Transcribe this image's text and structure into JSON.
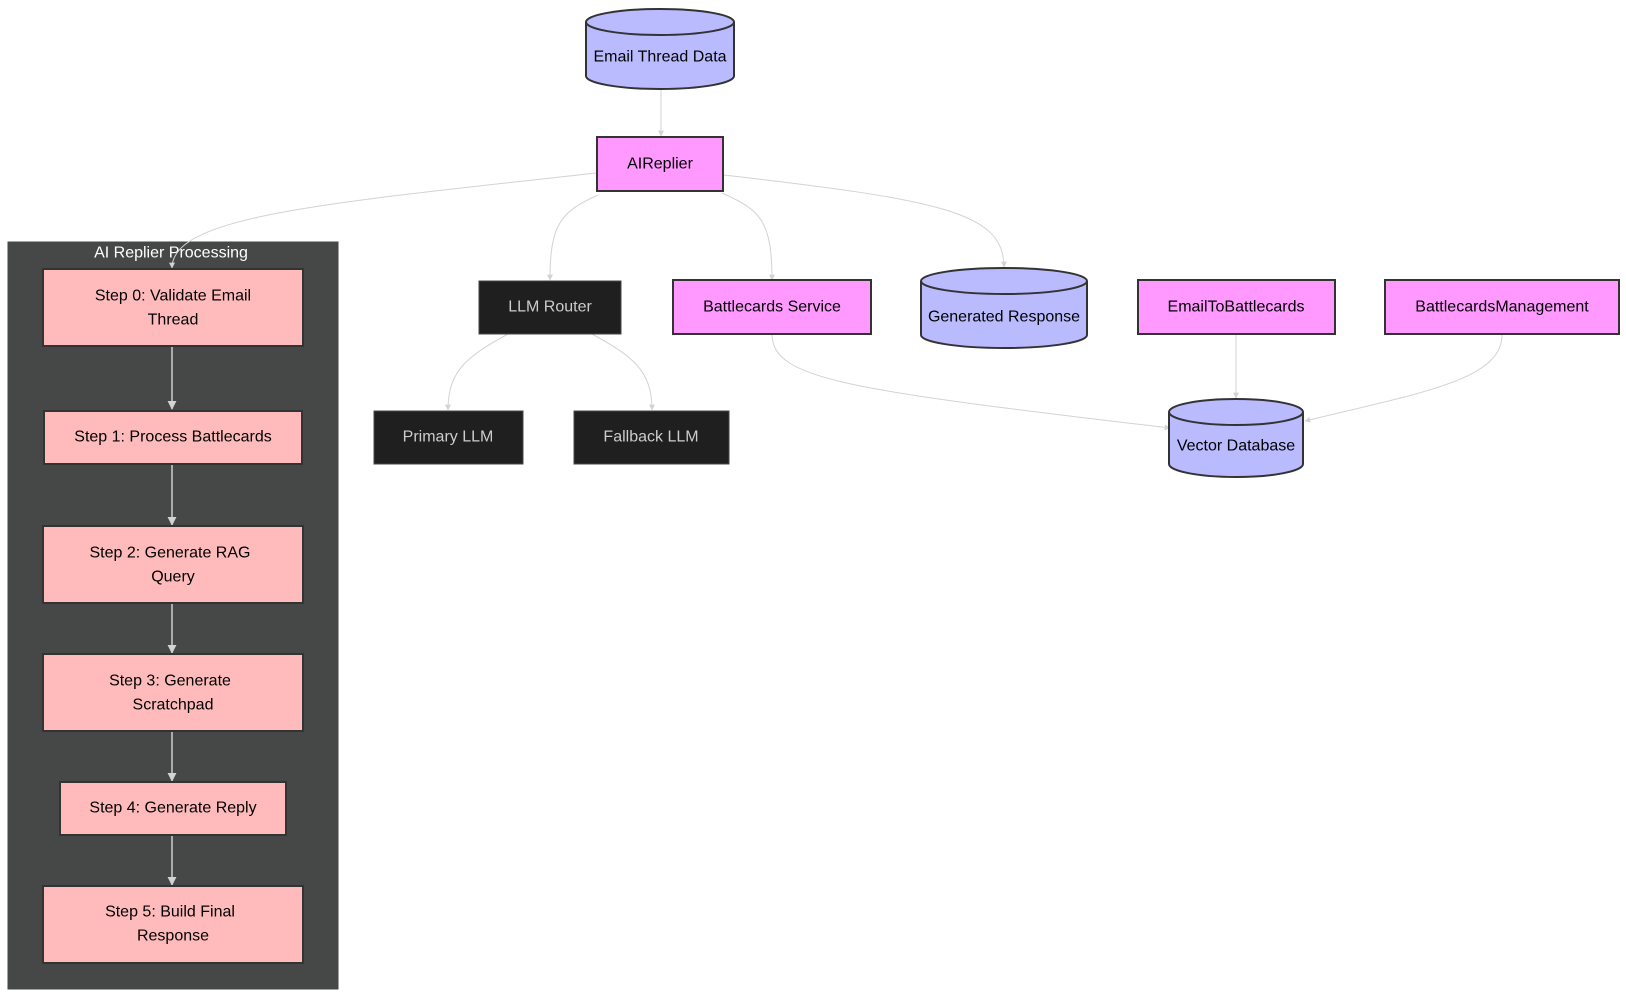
{
  "subgraph": {
    "title": "AI Replier Processing"
  },
  "nodes": {
    "email_thread_data": "Email Thread Data",
    "aireplier": "AIReplier",
    "llm_router": "LLM Router",
    "battlecards_service": "Battlecards Service",
    "generated_response": "Generated Response",
    "email_to_battlecards": "EmailToBattlecards",
    "battlecards_management": "BattlecardsManagement",
    "primary_llm": "Primary LLM",
    "fallback_llm": "Fallback LLM",
    "vector_database": "Vector Database",
    "step0": [
      "Step 0: Validate Email",
      "Thread"
    ],
    "step1": "Step 1: Process Battlecards",
    "step2": [
      "Step 2: Generate RAG",
      "Query"
    ],
    "step3": [
      "Step 3: Generate",
      "Scratchpad"
    ],
    "step4": "Step 4: Generate Reply",
    "step5": [
      "Step 5: Build Final",
      "Response"
    ]
  },
  "colors": {
    "database_fill": "#babbff",
    "service_fill": "#ff99ff",
    "llm_fill": "#1e1f1e",
    "step_fill": "#ffbbbb",
    "subgraph_fill": "#464747",
    "stroke": "#333333",
    "edge": "#d3d3d3"
  }
}
